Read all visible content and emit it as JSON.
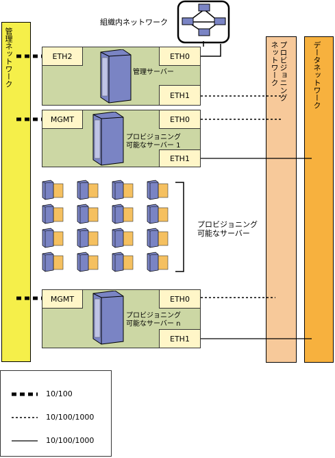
{
  "networks": {
    "internal": "組織内ネットワーク",
    "management": "管理ネットワーク",
    "provisioning": "プロビジョニング\nネットワーク",
    "data": "データネットワーク"
  },
  "mgmt_server": {
    "port_left": "ETH2",
    "port_top": "ETH0",
    "port_bottom": "ETH1",
    "label": "管理サーバー"
  },
  "prov_server_1": {
    "port_left": "MGMT",
    "port_top": "ETH0",
    "port_bottom": "ETH1",
    "label": "プロビジョニング\n可能なサーバー 1"
  },
  "prov_servers_group": {
    "label": "プロビジョニング\n可能なサーバー"
  },
  "prov_server_n": {
    "port_left": "MGMT",
    "port_top": "ETH0",
    "port_bottom": "ETH1",
    "label": "プロビジョニング\n可能なサーバー n"
  },
  "legend": {
    "items": [
      "10/100",
      "10/100/1000",
      "10/100/1000"
    ]
  },
  "colors": {
    "management_bar": "#f5ef4a",
    "provisioning_bar": "#f7c99a",
    "data_bar": "#f7b13e",
    "server_box": "#ccd7a4",
    "port_box": "#fff6c8"
  }
}
